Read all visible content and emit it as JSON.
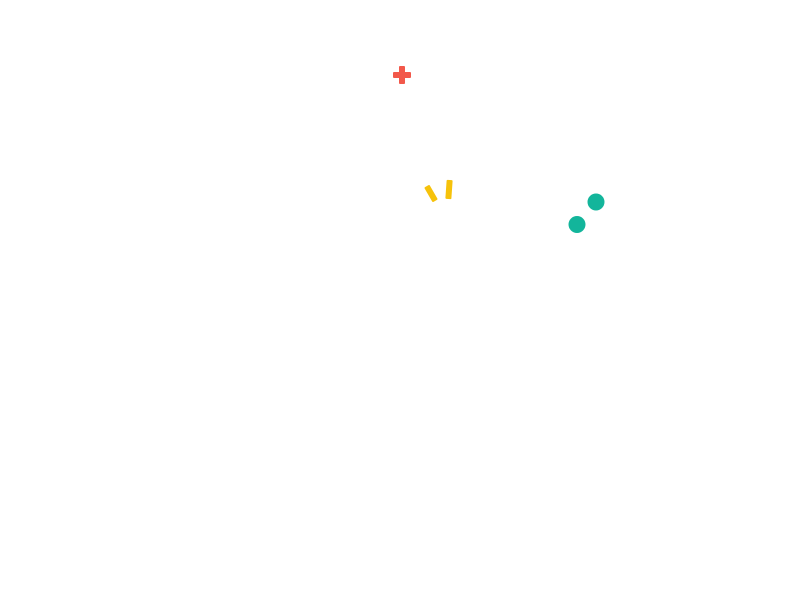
{
  "colors": {
    "background": "#ffffff",
    "red": "#f2584a",
    "yellow": "#f6c20b",
    "teal": "#13b59b"
  },
  "shapes": [
    {
      "kind": "plus",
      "color_key": "red",
      "icon": "plus-icon"
    },
    {
      "kind": "bar",
      "color_key": "yellow",
      "icon": "confetti-bar-icon"
    },
    {
      "kind": "bar",
      "color_key": "yellow",
      "icon": "confetti-bar-icon"
    },
    {
      "kind": "dot",
      "color_key": "teal",
      "icon": "dot-icon"
    },
    {
      "kind": "dot",
      "color_key": "teal",
      "icon": "dot-icon"
    }
  ]
}
